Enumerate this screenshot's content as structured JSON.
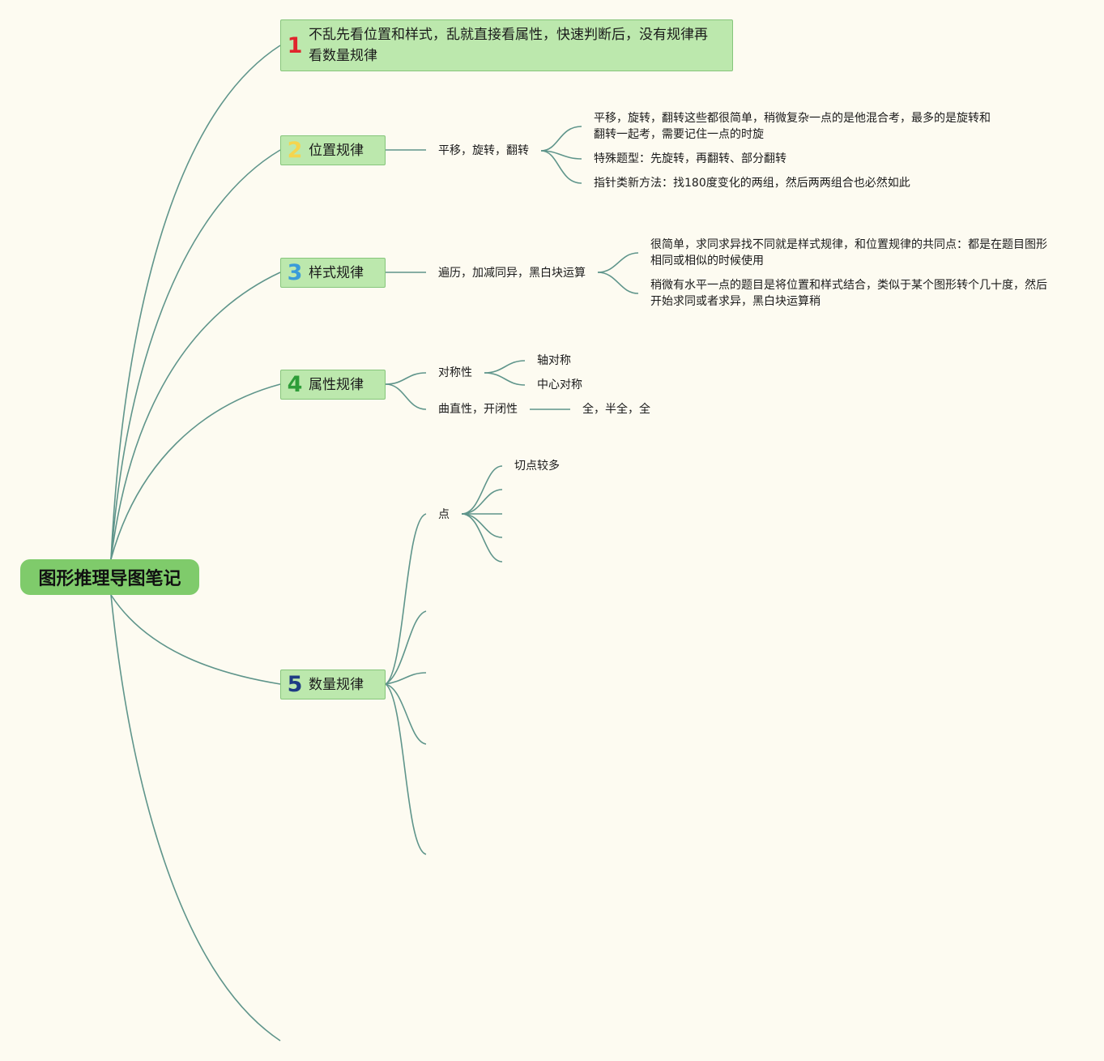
{
  "root": {
    "title": "图形推理导图笔记"
  },
  "branches": [
    {
      "num": "1",
      "label": "不乱先看位置和样式，乱就直接看属性，快速判断后，没有规律再看数量规律"
    },
    {
      "num": "2",
      "label": "位置规律"
    },
    {
      "num": "3",
      "label": "样式规律"
    },
    {
      "num": "4",
      "label": "属性规律"
    },
    {
      "num": "5",
      "label": "数量规律"
    }
  ],
  "position": {
    "topic": "平移，旋转，翻转",
    "notes": [
      "平移，旋转，翻转这些都很简单，稍微复杂一点的是他混合考，最多的是旋转和翻转一起考，需要记住一点的时旋",
      "特殊题型：先旋转，再翻转、部分翻转",
      "指针类新方法：找180度变化的两组，然后两两组合也必然如此"
    ]
  },
  "style": {
    "topic": "遍历，加减同异，黑白块运算",
    "notes": [
      "很简单，求同求异找不同就是样式规律，和位置规律的共同点：都是在题目图形相同或相似的时候使用",
      "稍微有水平一点的题目是将位置和样式结合，类似于某个图形转个几十度，然后开始求同或者求异，黑白块运算稍"
    ]
  },
  "attribute": {
    "symmetry": {
      "topic": "对称性",
      "items": [
        "轴对称",
        "中心对称"
      ]
    },
    "curvature": {
      "topic": "曲直性，开闭性",
      "value": "全，半全，全"
    }
  },
  "quantity": {
    "point": {
      "topic": "点",
      "items": [
        "切点较多"
      ]
    }
  }
}
